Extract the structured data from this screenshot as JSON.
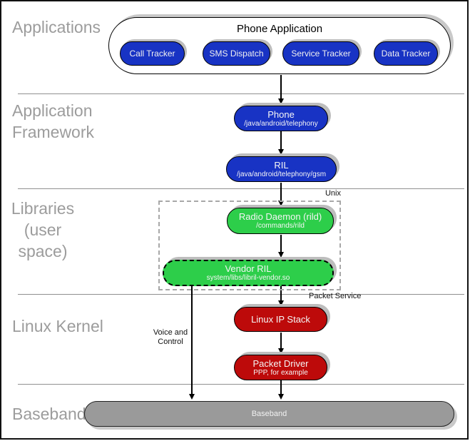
{
  "layers": {
    "applications": {
      "label": "Applications"
    },
    "application_framework": {
      "line1": "Application",
      "line2": "Framework"
    },
    "libraries": {
      "line1": "Libraries",
      "line2": "(user space)"
    },
    "linux_kernel": {
      "label": "Linux Kernel"
    },
    "baseband": {
      "label": "Baseband"
    }
  },
  "nodes": {
    "phone_application": {
      "title": "Phone Application"
    },
    "call_tracker": {
      "label": "Call Tracker"
    },
    "sms_dispatch": {
      "label": "SMS Dispatch"
    },
    "service_tracker": {
      "label": "Service Tracker"
    },
    "data_tracker": {
      "label": "Data Tracker"
    },
    "phone": {
      "label": "Phone",
      "path": "/java/android/telephony"
    },
    "ril": {
      "label": "RIL",
      "path": "/java/android/telephony/gsm"
    },
    "radio_daemon": {
      "label": "Radio Daemon (rild)",
      "path": "/commands/rild"
    },
    "vendor_ril": {
      "label": "Vendor RIL",
      "path": "system/libs/libril-vendor.so"
    },
    "linux_ip_stack": {
      "label": "Linux IP Stack"
    },
    "packet_driver": {
      "label": "Packet Driver",
      "path": "PPP, for example"
    },
    "baseband": {
      "label": "Baseband"
    }
  },
  "annotations": {
    "unix": "Unix",
    "packet_service": "Packet Service",
    "voice_control_line1": "Voice and",
    "voice_control_line2": "Control"
  },
  "colors": {
    "app_blue": "#1833c4",
    "library_green": "#2dce4a",
    "kernel_red": "#bd0a0a",
    "baseband_gray": "#9a9a9a",
    "layer_label_gray": "#9c9c9c"
  }
}
